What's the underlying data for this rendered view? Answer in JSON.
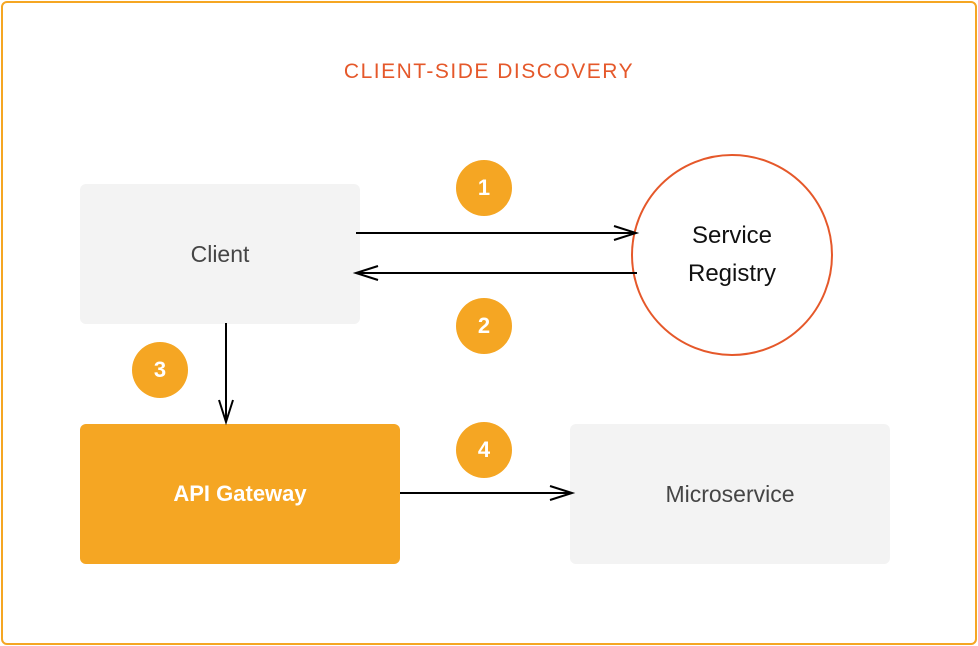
{
  "title": "CLIENT-SIDE DISCOVERY",
  "colors": {
    "frame": "#f5a623",
    "accent_red": "#e5582a",
    "gateway_fill": "#f5a623",
    "node_fill": "#f3f3f3",
    "badge_fill": "#f5a623"
  },
  "nodes": {
    "client": "Client",
    "registry_line1": "Service",
    "registry_line2": "Registry",
    "gateway": "API Gateway",
    "microservice": "Microservice"
  },
  "steps": [
    "1",
    "2",
    "3",
    "4"
  ],
  "edges": [
    {
      "from": "Client",
      "to": "Service Registry",
      "step": "1"
    },
    {
      "from": "Service Registry",
      "to": "Client",
      "step": "2"
    },
    {
      "from": "Client",
      "to": "API Gateway",
      "step": "3"
    },
    {
      "from": "API Gateway",
      "to": "Microservice",
      "step": "4"
    }
  ]
}
